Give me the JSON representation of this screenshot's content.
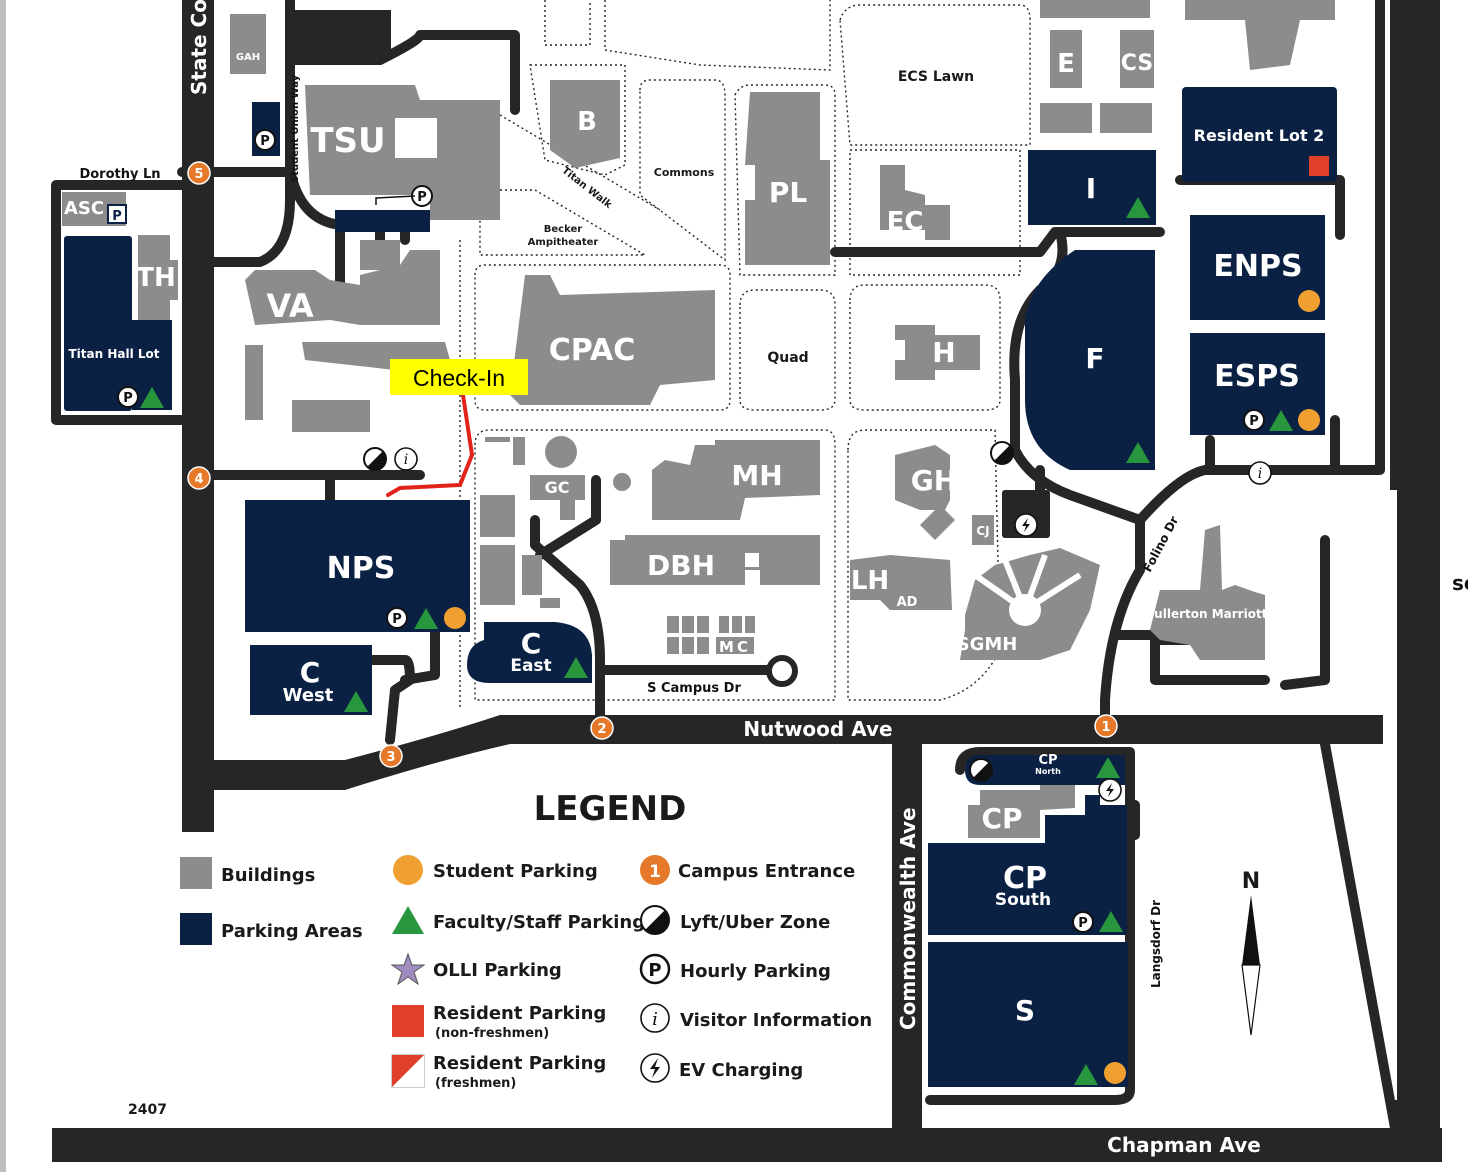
{
  "buildings": {
    "gah": "GAH",
    "tsu": "TSU",
    "b": "B",
    "pl": "PL",
    "e": "E",
    "cs": "CS",
    "asc": "ASC",
    "th": "TH",
    "va": "VA",
    "ec": "EC",
    "cpac": "CPAC",
    "h": "H",
    "mh": "MH",
    "gc": "GC",
    "dbh": "DBH",
    "gh": "GH",
    "cj": "CJ",
    "lh": "LH",
    "ad": "AD",
    "sgmh": "SGMH",
    "mc": "MC",
    "cp": "CP",
    "fullerton_marriott": "Fullerton Marriott"
  },
  "areas": {
    "ecs_lawn": "ECS Lawn",
    "commons": "Commons",
    "becker_1": "Becker",
    "becker_2": "Ampitheater",
    "quad": "Quad",
    "titan_walk": "Titan Walk"
  },
  "lots": {
    "resident_lot_2": "Resident Lot 2",
    "i": "I",
    "enps": "ENPS",
    "esps": "ESPS",
    "f": "F",
    "titan_hall_lot": "Titan Hall Lot",
    "nps": "NPS",
    "c_west_1": "C",
    "c_west_2": "West",
    "c_east_1": "C",
    "c_east_2": "East",
    "cp_north_1": "CP",
    "cp_north_2": "North",
    "cp_south_1": "CP",
    "cp_south_2": "South",
    "s": "S"
  },
  "roads": {
    "state_college": "State Coll",
    "dorothy_ln": "Dorothy Ln",
    "student_union_way": "Student Union Way",
    "folino_dr": "Folino Dr",
    "s_campus_dr": "S Campus Dr",
    "nutwood_ave": "Nutwood Ave",
    "commonwealth_ave": "Commonwealth Ave",
    "langsdorf_dr": "Langsdorf Dr",
    "chapman_ave": "Chapman Ave"
  },
  "entrances": [
    "1",
    "2",
    "3",
    "4",
    "5"
  ],
  "check_in": "Check-In",
  "legend": {
    "title": "LEGEND",
    "buildings": "Buildings",
    "parking_areas": "Parking Areas",
    "student_parking": "Student Parking",
    "faculty_staff_parking": "Faculty/Staff Parking",
    "olli_parking": "OLLI Parking",
    "resident_parking": "Resident Parking",
    "resident_nonfresh": "(non-freshmen)",
    "resident_parking_2": "Resident Parking",
    "resident_fresh": "(freshmen)",
    "campus_entrance": "Campus Entrance",
    "entrance_sample": "1",
    "lyft_uber_zone": "Lyft/Uber Zone",
    "hourly_parking": "Hourly Parking",
    "visitor_information": "Visitor Information",
    "ev_charging": "EV Charging"
  },
  "north": "N",
  "map_code": "2407",
  "clipped_edge_text": "sc",
  "colors": {
    "building": "#8c8c8c",
    "parking": "#0a2144",
    "student": "#f0a030",
    "faculty": "#27963c",
    "olli": "#a08cbe",
    "resident": "#e0402a",
    "entrance": "#e6782a",
    "check_in": "#ffff00",
    "route": "#e2231a",
    "road": "#262626"
  }
}
